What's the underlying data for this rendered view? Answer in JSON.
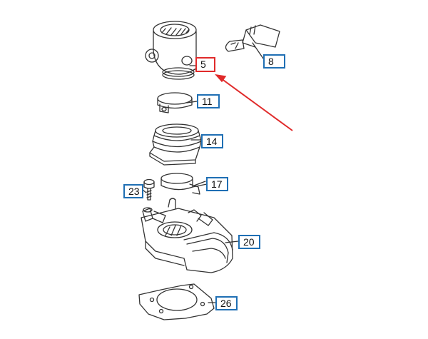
{
  "parts": [
    {
      "number": "5",
      "highlighted": true
    },
    {
      "number": "8",
      "highlighted": false
    },
    {
      "number": "11",
      "highlighted": false
    },
    {
      "number": "14",
      "highlighted": false
    },
    {
      "number": "17",
      "highlighted": false
    },
    {
      "number": "23",
      "highlighted": false
    },
    {
      "number": "20",
      "highlighted": false
    },
    {
      "number": "26",
      "highlighted": false
    }
  ],
  "colors": {
    "callout_border": "#1f6fb4",
    "highlight": "#e02a2a",
    "line_art": "#333333"
  }
}
